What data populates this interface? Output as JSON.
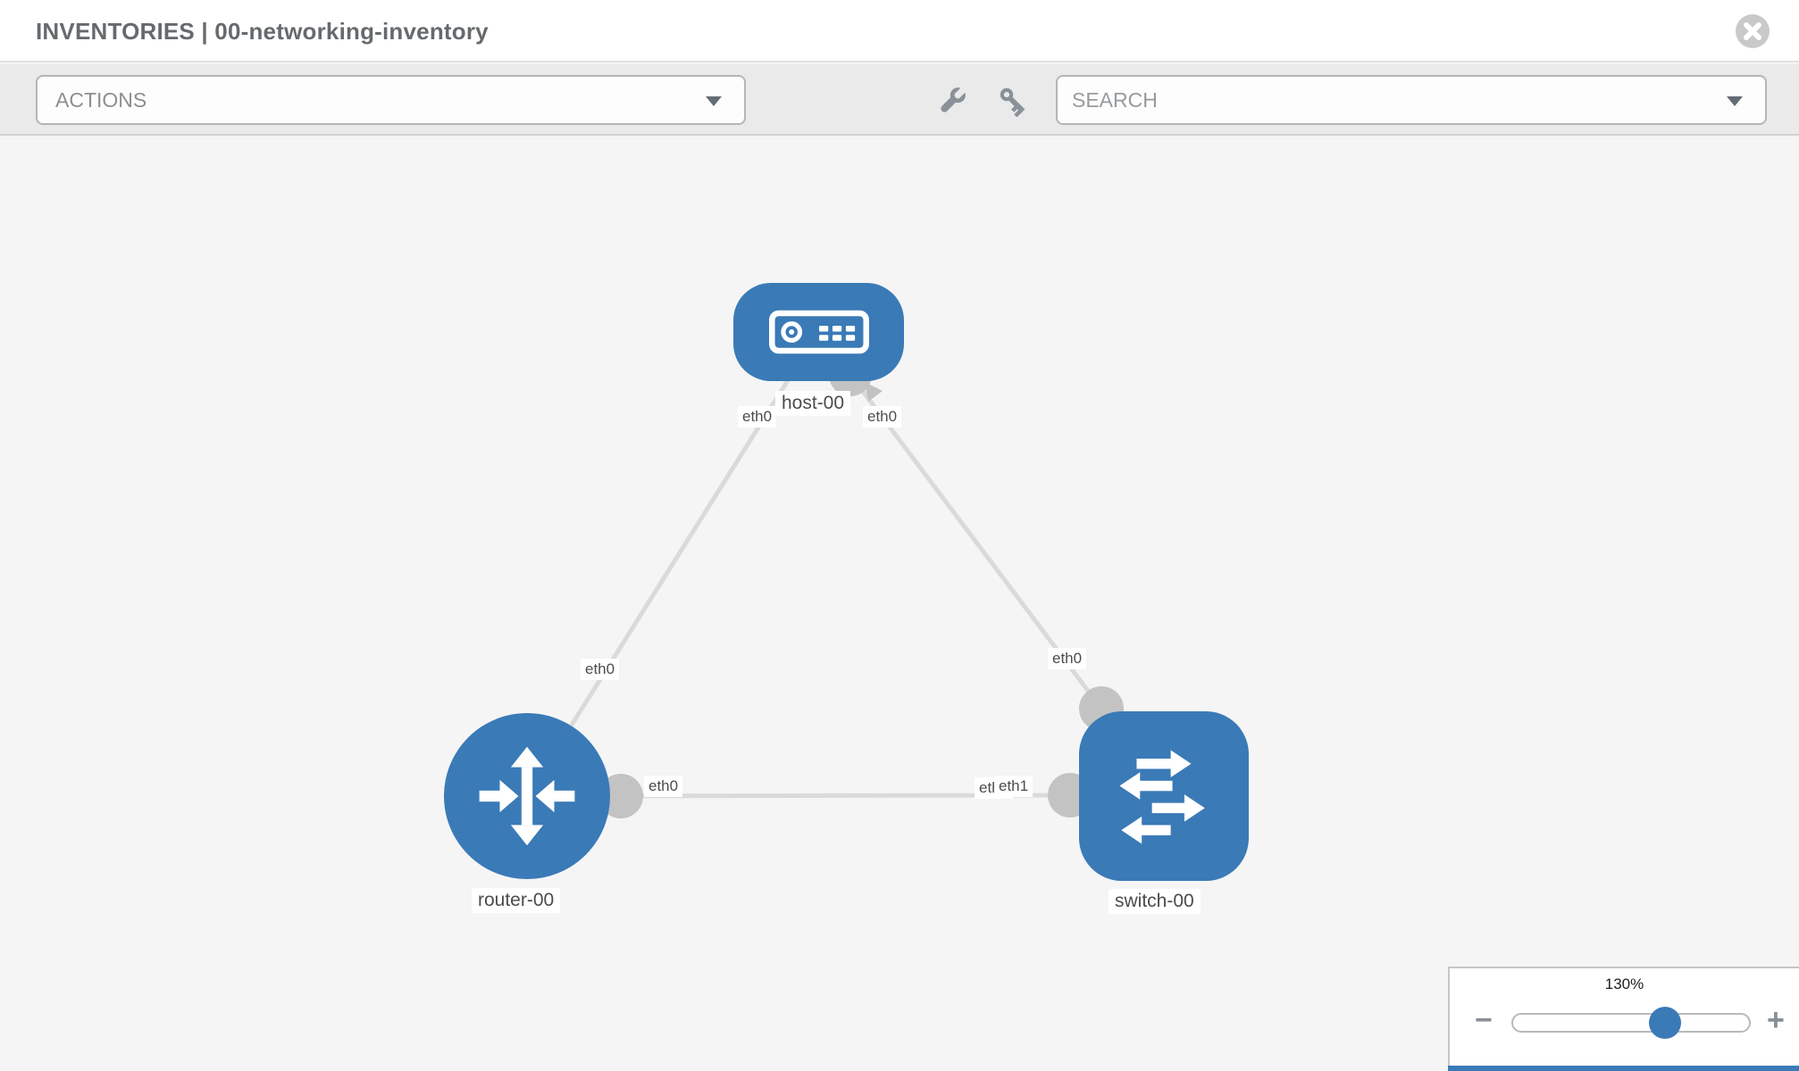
{
  "header": {
    "title": "INVENTORIES | 00-networking-inventory"
  },
  "toolbar": {
    "actions": {
      "label": "ACTIONS"
    },
    "tools": [
      {
        "icon": "wrench-icon"
      },
      {
        "icon": "key-icon"
      }
    ],
    "search": {
      "placeholder": "SEARCH",
      "value": ""
    }
  },
  "topology": {
    "nodes": [
      {
        "label": "host-00",
        "type": "host",
        "shape": "rounded-rect",
        "color": "#3a7ab7"
      },
      {
        "label": "router-00",
        "type": "router",
        "shape": "circle",
        "color": "#3a7ab7"
      },
      {
        "label": "switch-00",
        "type": "switch",
        "shape": "rounded-square",
        "color": "#3a7ab7"
      }
    ],
    "links": [
      {
        "from": "host-00",
        "to": "router-00",
        "from_interface": "eth0",
        "to_interface": "eth0"
      },
      {
        "from": "host-00",
        "to": "switch-00",
        "from_interface": "eth0",
        "to_interface": "eth0"
      },
      {
        "from": "router-00",
        "to": "switch-00",
        "from_interface": "eth0",
        "to_interface": "eth1",
        "to_interface_overlapped": "eth0"
      }
    ]
  },
  "zoom": {
    "level": "130%",
    "percent": 130,
    "minus": "−",
    "plus": "+"
  },
  "colors": {
    "node_blue": "#3a7ab7",
    "link_gray": "#dadada",
    "connector_gray": "#c3c3c3",
    "toolbar_gray": "#eaeaea",
    "accent_strip": "#3a7ab7"
  }
}
